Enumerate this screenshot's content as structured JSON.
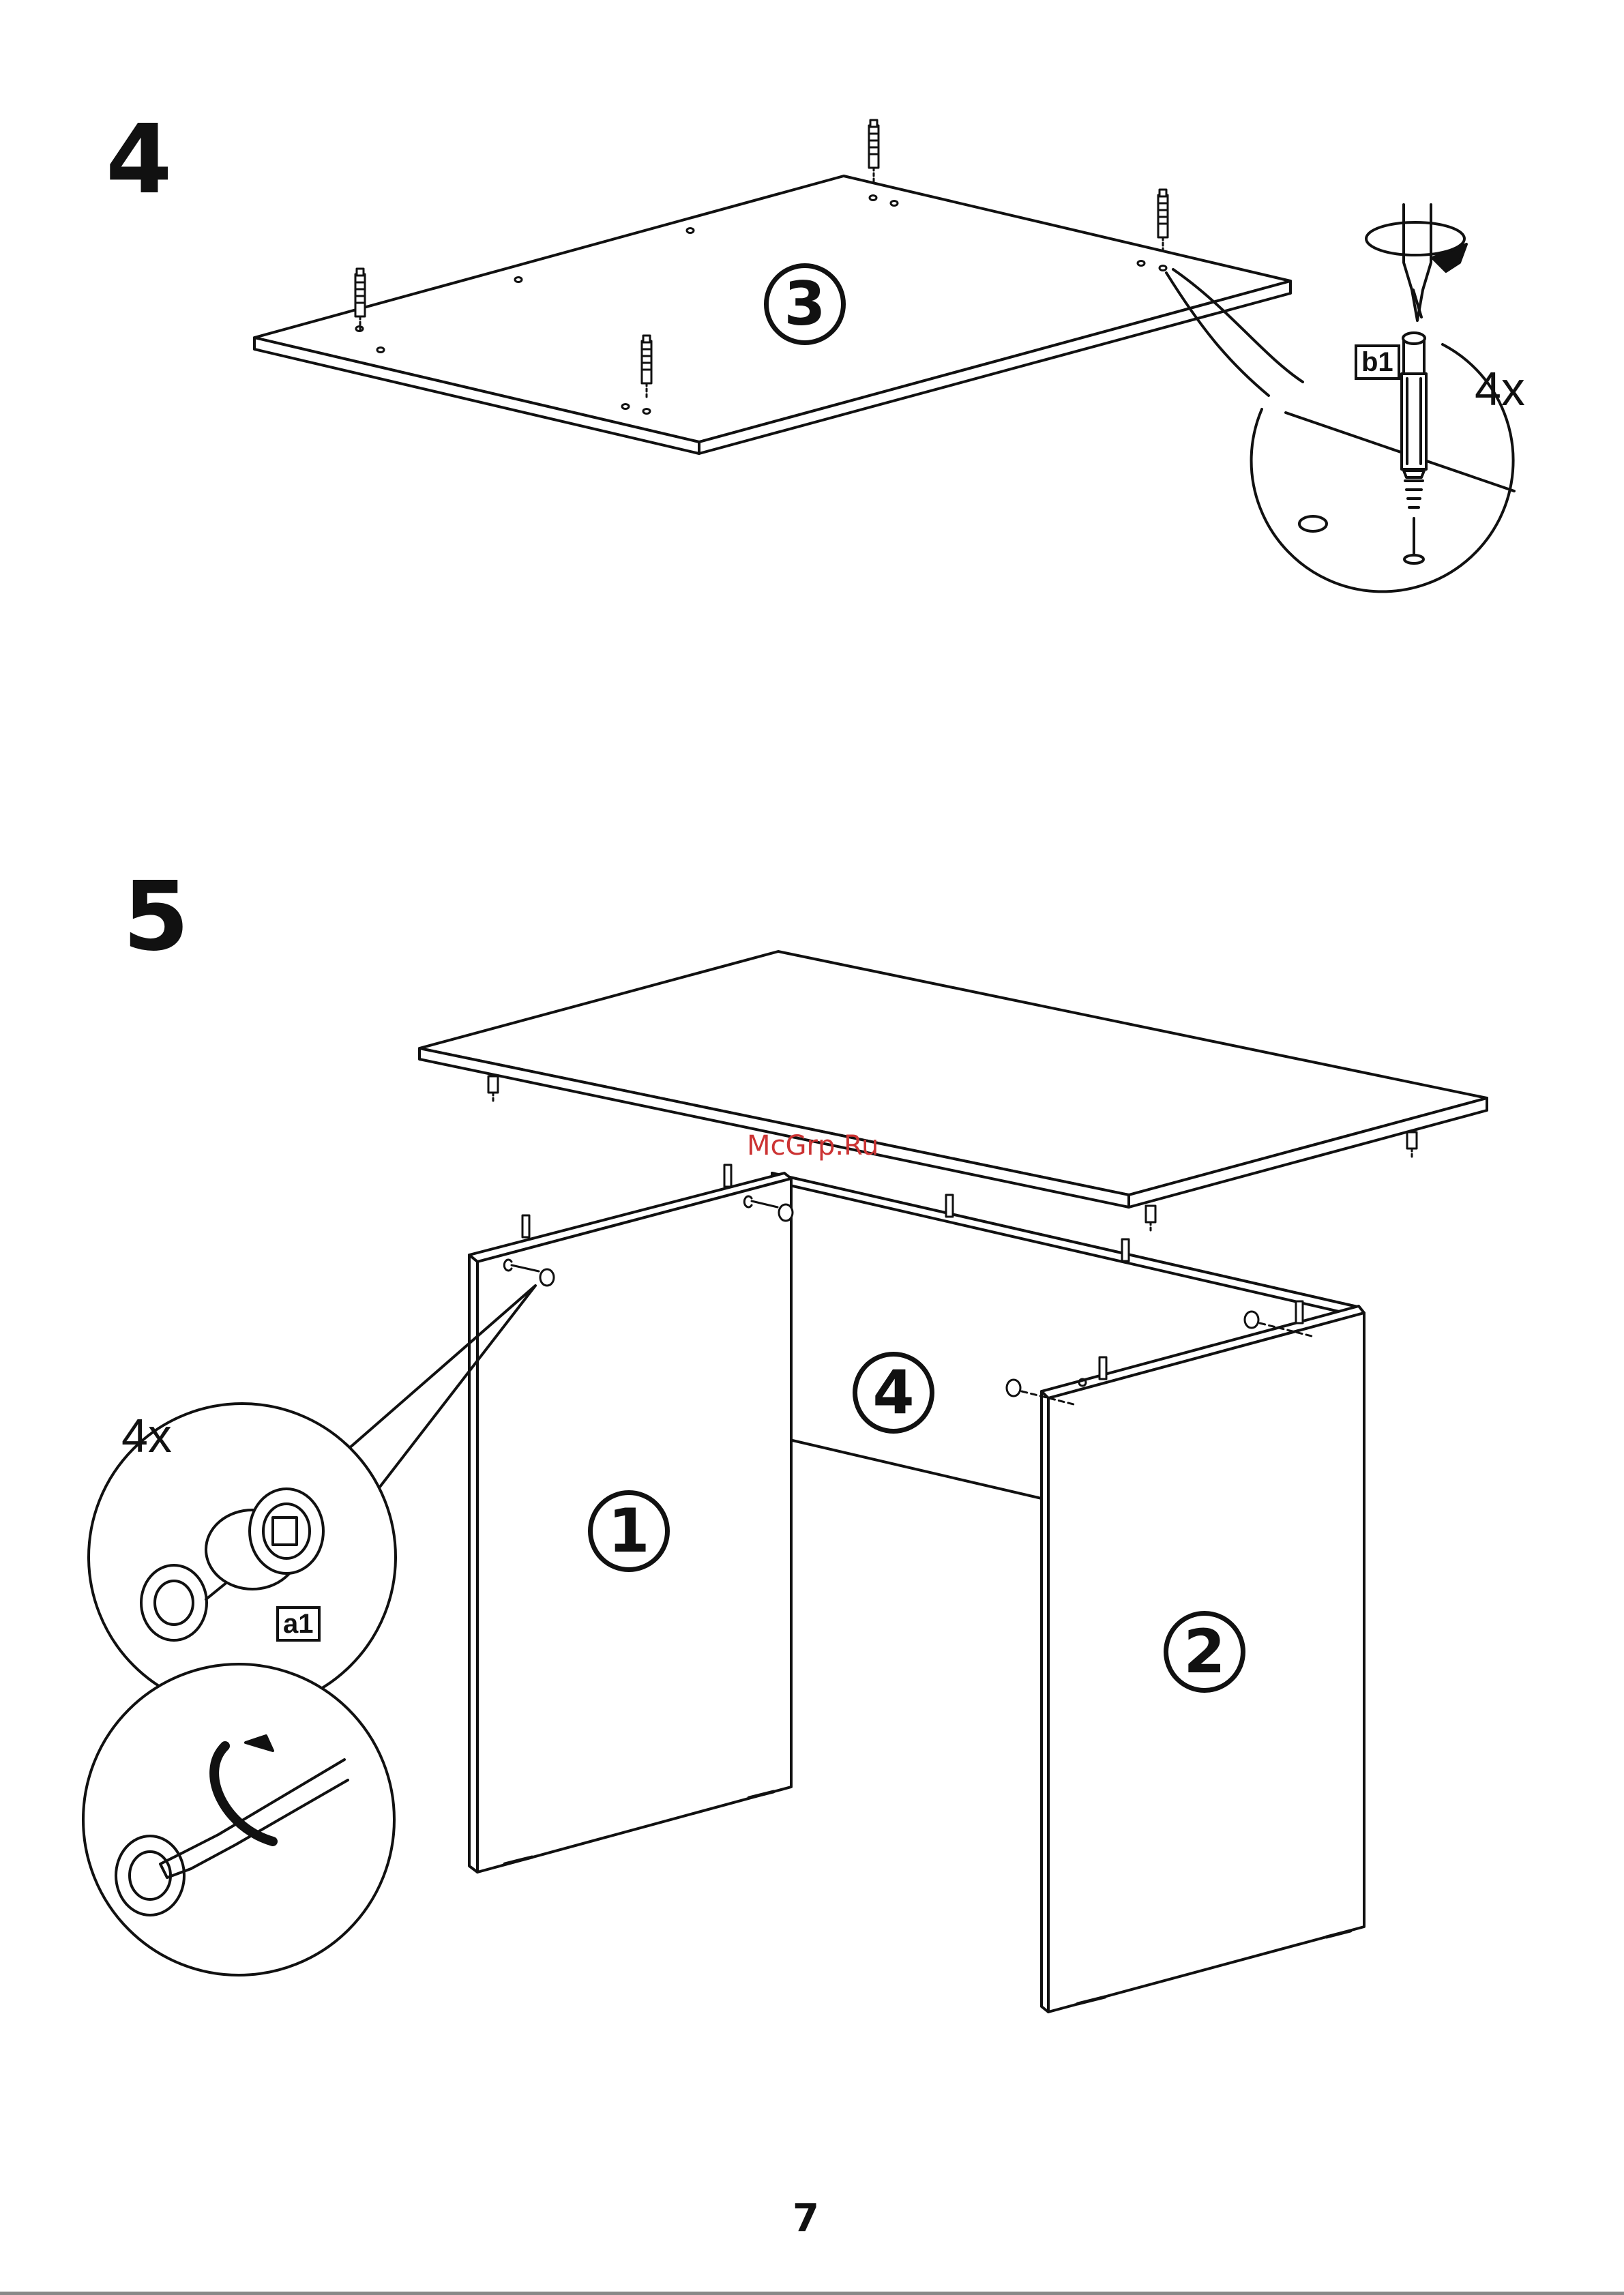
{
  "steps": [
    {
      "number": "4",
      "panel": "3",
      "quantity": "4x",
      "part": "b1"
    },
    {
      "number": "5",
      "panels": [
        "4",
        "1",
        "2"
      ],
      "quantity": "4x",
      "part": "a1"
    }
  ],
  "watermark": "McGrp.Ru",
  "page_number": "7"
}
